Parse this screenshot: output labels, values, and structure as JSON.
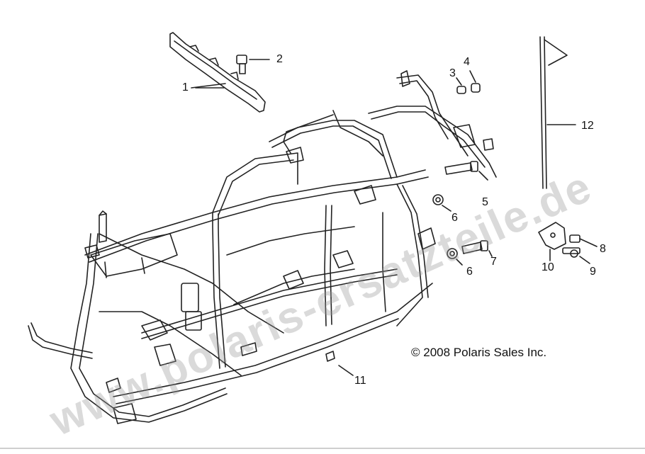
{
  "diagram": {
    "callouts": [
      {
        "id": "c1",
        "label": "1"
      },
      {
        "id": "c2",
        "label": "2"
      },
      {
        "id": "c3",
        "label": "3"
      },
      {
        "id": "c4",
        "label": "4"
      },
      {
        "id": "c5",
        "label": "5"
      },
      {
        "id": "c6a",
        "label": "6"
      },
      {
        "id": "c6b",
        "label": "6"
      },
      {
        "id": "c7",
        "label": "7"
      },
      {
        "id": "c8",
        "label": "8"
      },
      {
        "id": "c9",
        "label": "9"
      },
      {
        "id": "c10",
        "label": "10"
      },
      {
        "id": "c11",
        "label": "11"
      },
      {
        "id": "c12",
        "label": "12"
      }
    ],
    "copyright": "© 2008 Polaris Sales Inc.",
    "watermark": "www.polaris-ersatzteile.de",
    "colors": {
      "line": "#222222",
      "watermark": "#969696",
      "background": "#ffffff"
    }
  }
}
